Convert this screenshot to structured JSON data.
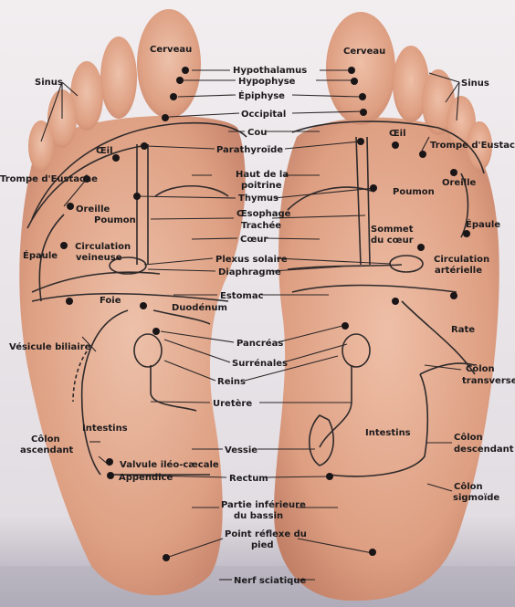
{
  "labels": {
    "cerveau": "Cerveau",
    "hypothalamus": "Hypothalamus",
    "hypophyse": "Hypophyse",
    "epiphyse": "Épiphyse",
    "occipital": "Occipital",
    "cou": "Cou",
    "parathyroide": "Parathyroïde",
    "haut_poitrine_1": "Haut de la",
    "haut_poitrine_2": "poitrine",
    "thymus": "Thymus",
    "oesophage": "Œsophage",
    "trachee": "Trachée",
    "coeur": "Cœur",
    "plexus": "Plexus solaire",
    "diaphragme": "Diaphragme",
    "estomac": "Estomac",
    "duodenum": "Duodénum",
    "pancreas": "Pancréas",
    "surrenales": "Surrénales",
    "reins": "Reins",
    "uretere": "Uretère",
    "vessie": "Vessie",
    "rectum": "Rectum",
    "bassin_1": "Partie inférieure",
    "bassin_2": "du bassin",
    "point_reflexe_1": "Point réflexe du",
    "point_reflexe_2": "pied",
    "nerf": "Nerf sciatique",
    "sinus": "Sinus",
    "oeil": "Œil",
    "trompe": "Trompe d'Eustache",
    "oreille": "Oreille",
    "poumon": "Poumon",
    "epaule": "Épaule",
    "circulation_veineuse_1": "Circulation",
    "circulation_veineuse_2": "veineuse",
    "foie": "Foie",
    "vesicule": "Vésicule biliaire",
    "colon": "Côlon",
    "ascendant": "ascendant",
    "intestins": "Intestins",
    "valvule": "Valvule iléo-cæcale",
    "appendice": "Appendice",
    "sommet_1": "Sommet",
    "sommet_2": "du cœur",
    "circulation_arterielle_1": "Circulation",
    "circulation_arterielle_2": "artérielle",
    "rate": "Rate",
    "transverse": "transverse",
    "descendant": "descendant",
    "sigmoide": "sigmoïde"
  },
  "colors": {
    "skin_light": "#e9b49c",
    "skin_mid": "#d99779",
    "skin_dark": "#c07d63",
    "background": "#e4dfe4",
    "ink": "#1c1a1c"
  }
}
